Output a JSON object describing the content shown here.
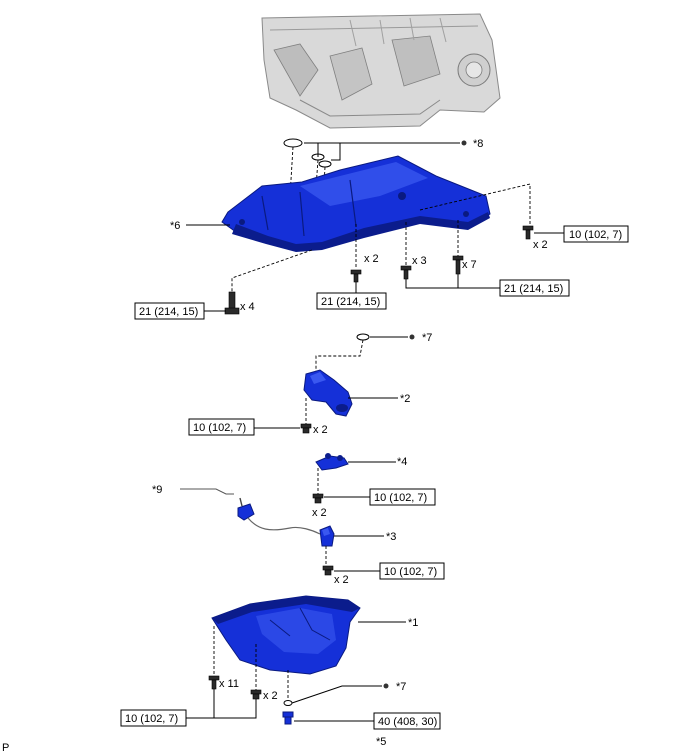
{
  "parts": {
    "p1": "*1",
    "p2": "*2",
    "p3": "*3",
    "p4": "*4",
    "p5": "*5",
    "p6": "*6",
    "p7a": "*7",
    "p7b": "*7",
    "p8": "*8",
    "p9": "*9"
  },
  "torques": {
    "t_top_right": "10 (102, 7)",
    "t_left_long": "21 (214, 15)",
    "t_mid_center": "21 (214, 15)",
    "t_mid_right": "21 (214, 15)",
    "t_strainer": "10 (102, 7)",
    "t_level_sensor": "10 (102, 7)",
    "t_sensor_lower": "10 (102, 7)",
    "t_pan_bolts": "10 (102, 7)",
    "t_drain_plug": "40 (408, 30)"
  },
  "counts": {
    "c_top_right": "x 2",
    "c_left_long": "x 4",
    "c_mid_a": "x 2",
    "c_mid_b": "x 3",
    "c_mid_c": "x 7",
    "c_strainer": "x 2",
    "c_level_sensor": "x 2",
    "c_sensor_lower": "x 2",
    "c_pan_a": "x 11",
    "c_pan_b": "x 2"
  },
  "corner_code": "P",
  "colors": {
    "part_blue": "#1530d8",
    "outline": "#000000",
    "engine_gray": "#c8c8c8"
  }
}
